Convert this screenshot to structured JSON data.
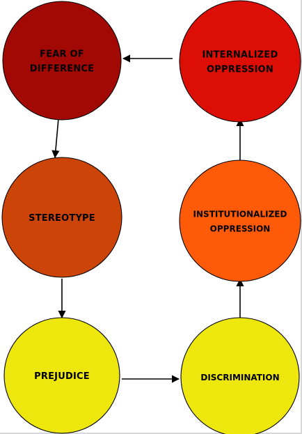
{
  "diagram": {
    "nodes": [
      {
        "id": "fear",
        "lines": [
          "FEAR OF",
          "DIFFERENCE"
        ],
        "color": "#a20905"
      },
      {
        "id": "stereotype",
        "lines": [
          "STEREOTYPE"
        ],
        "color": "#cc4407"
      },
      {
        "id": "prejudice",
        "lines": [
          "PREJUDICE"
        ],
        "color": "#ede70d"
      },
      {
        "id": "discrimination",
        "lines": [
          "DISCRIMINATION"
        ],
        "color": "#ede70d"
      },
      {
        "id": "institutional",
        "lines": [
          "INSTITUTIONALIZED",
          "OPPRESSION"
        ],
        "color": "#fe5a08"
      },
      {
        "id": "internalized",
        "lines": [
          "INTERNALIZED",
          "OPPRESSION"
        ],
        "color": "#dc0e06"
      }
    ],
    "edges": [
      {
        "from": "fear",
        "to": "stereotype"
      },
      {
        "from": "stereotype",
        "to": "prejudice"
      },
      {
        "from": "prejudice",
        "to": "discrimination"
      },
      {
        "from": "discrimination",
        "to": "institutional"
      },
      {
        "from": "institutional",
        "to": "internalized"
      },
      {
        "from": "internalized",
        "to": "fear"
      }
    ]
  }
}
